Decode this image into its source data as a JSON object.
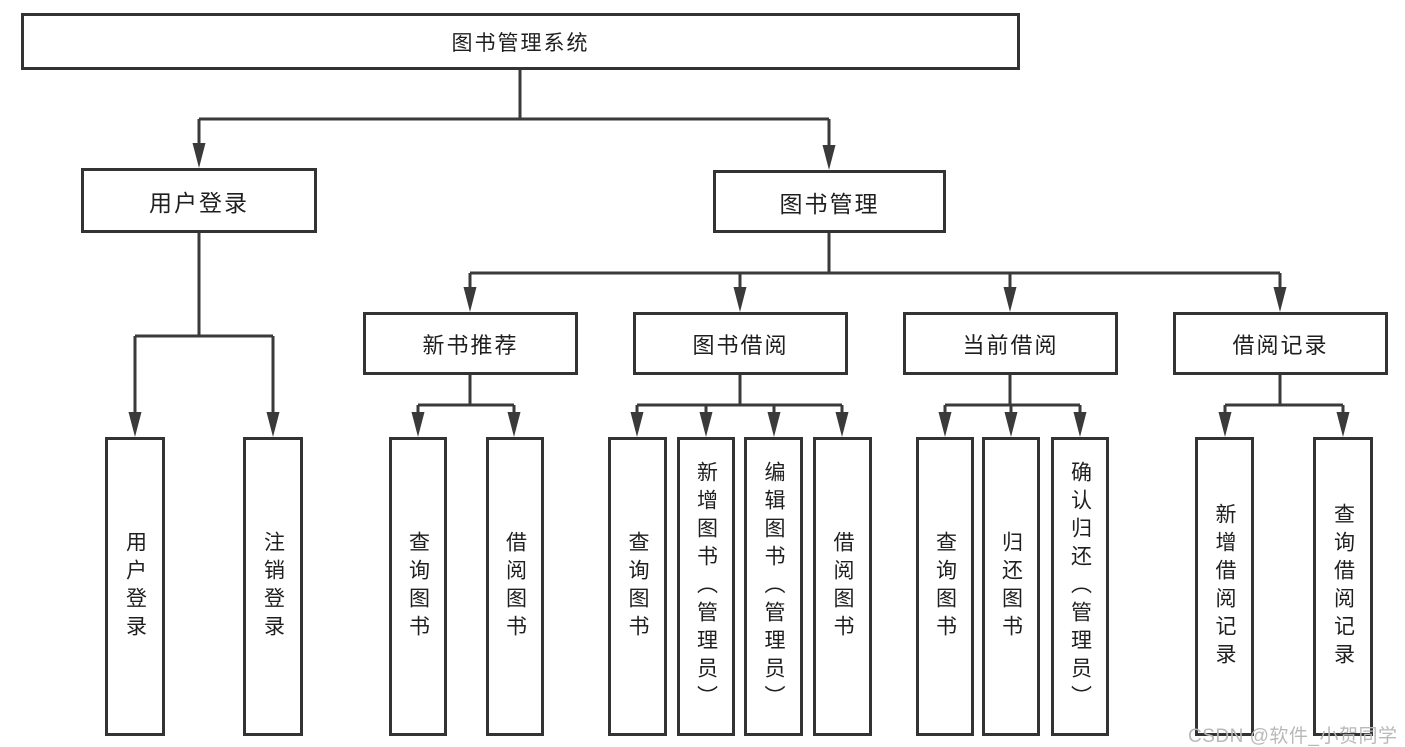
{
  "diagram": {
    "type": "hierarchy-diagram",
    "colors": {
      "line": "#3a3a3a",
      "border": "#333333",
      "background": "#ffffff",
      "text": "#1f1f1f",
      "watermark": "#b9b9b9"
    },
    "watermark": "CSDN @软件_小贺同学",
    "nodes": {
      "root": {
        "label": "图书管理系统"
      },
      "user_login": {
        "label": "用户登录"
      },
      "book_mgmt": {
        "label": "图书管理"
      },
      "new_book_rec": {
        "label": "新书推荐"
      },
      "book_borrow": {
        "label": "图书借阅"
      },
      "current_borrow": {
        "label": "当前借阅"
      },
      "borrow_record": {
        "label": "借阅记录"
      },
      "ul_login": {
        "label": "用户登录"
      },
      "ul_logout": {
        "label": "注销登录"
      },
      "nb_query": {
        "label": "查询图书"
      },
      "nb_borrow": {
        "label": "借阅图书"
      },
      "bb_query": {
        "label": "查询图书"
      },
      "bb_add": {
        "label": "新增图书（管理员）"
      },
      "bb_edit": {
        "label": "编辑图书（管理员）"
      },
      "bb_borrow": {
        "label": "借阅图书"
      },
      "cb_query": {
        "label": "查询图书"
      },
      "cb_return": {
        "label": "归还图书"
      },
      "cb_confirm": {
        "label": "确认归还（管理员）"
      },
      "br_add": {
        "label": "新增借阅记录"
      },
      "br_query": {
        "label": "查询借阅记录"
      }
    },
    "hierarchy": {
      "图书管理系统": {
        "用户登录": [
          "用户登录",
          "注销登录"
        ],
        "图书管理": {
          "新书推荐": [
            "查询图书",
            "借阅图书"
          ],
          "图书借阅": [
            "查询图书",
            "新增图书（管理员）",
            "编辑图书（管理员）",
            "借阅图书"
          ],
          "当前借阅": [
            "查询图书",
            "归还图书",
            "确认归还（管理员）"
          ],
          "借阅记录": [
            "新增借阅记录",
            "查询借阅记录"
          ]
        }
      }
    }
  }
}
